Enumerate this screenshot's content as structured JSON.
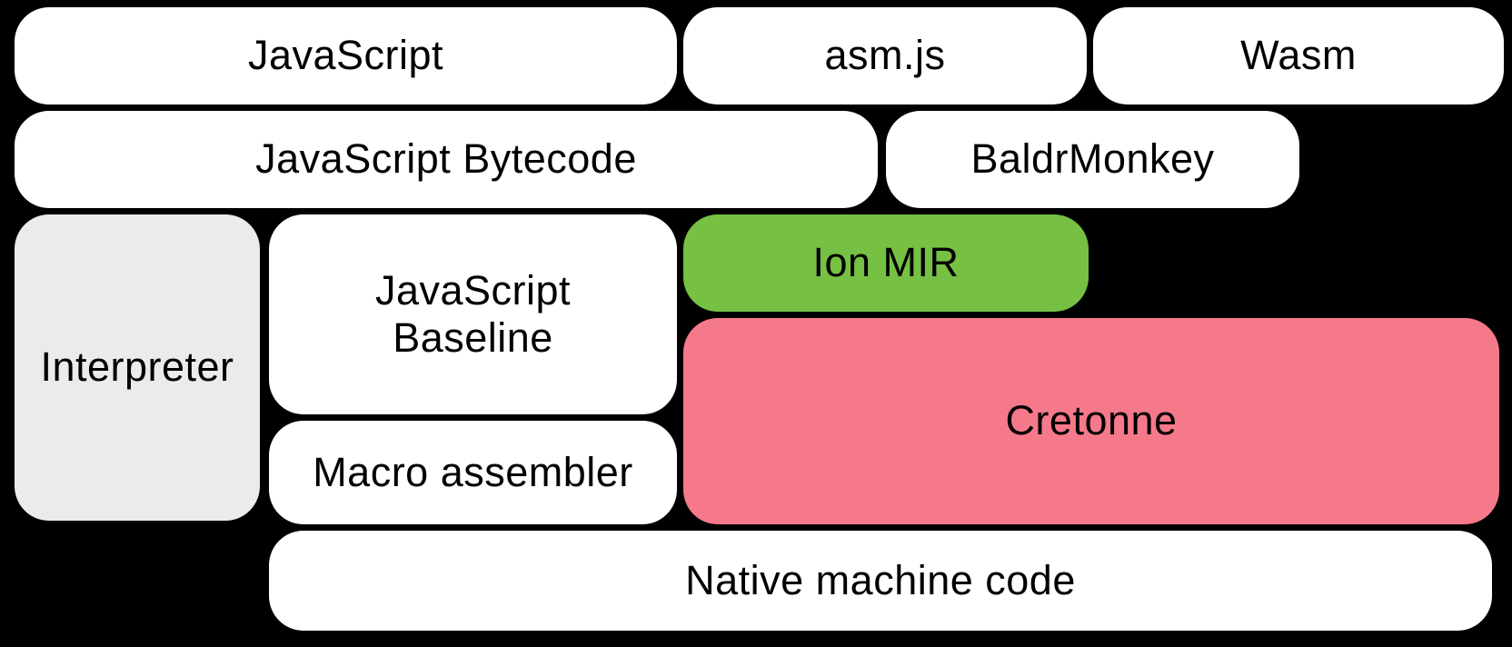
{
  "canvas": {
    "background": "#000000"
  },
  "diagram": {
    "description": "Compiler pipeline diagram",
    "text_color": "#000000",
    "nodes": [
      {
        "id": "javascript",
        "label": "JavaScript",
        "color": "#FFFFFF"
      },
      {
        "id": "asmjs",
        "label": "asm.js",
        "color": "#FFFFFF"
      },
      {
        "id": "wasm",
        "label": "Wasm",
        "color": "#FFFFFF"
      },
      {
        "id": "js-bytecode",
        "label": "JavaScript Bytecode",
        "color": "#FFFFFF"
      },
      {
        "id": "baldrmonkey",
        "label": "BaldrMonkey",
        "color": "#FFFFFF"
      },
      {
        "id": "interpreter",
        "label": "Interpreter",
        "color": "#EBEBEB"
      },
      {
        "id": "js-baseline",
        "label": "JavaScript\nBaseline",
        "color": "#FFFFFF"
      },
      {
        "id": "ion-mir",
        "label": "Ion MIR",
        "color": "#76C043"
      },
      {
        "id": "cretonne",
        "label": "Cretonne",
        "color": "#F6798B"
      },
      {
        "id": "macro-assembler",
        "label": "Macro assembler",
        "color": "#FFFFFF"
      },
      {
        "id": "native-machine-code",
        "label": "Native machine code",
        "color": "#FFFFFF"
      }
    ]
  }
}
